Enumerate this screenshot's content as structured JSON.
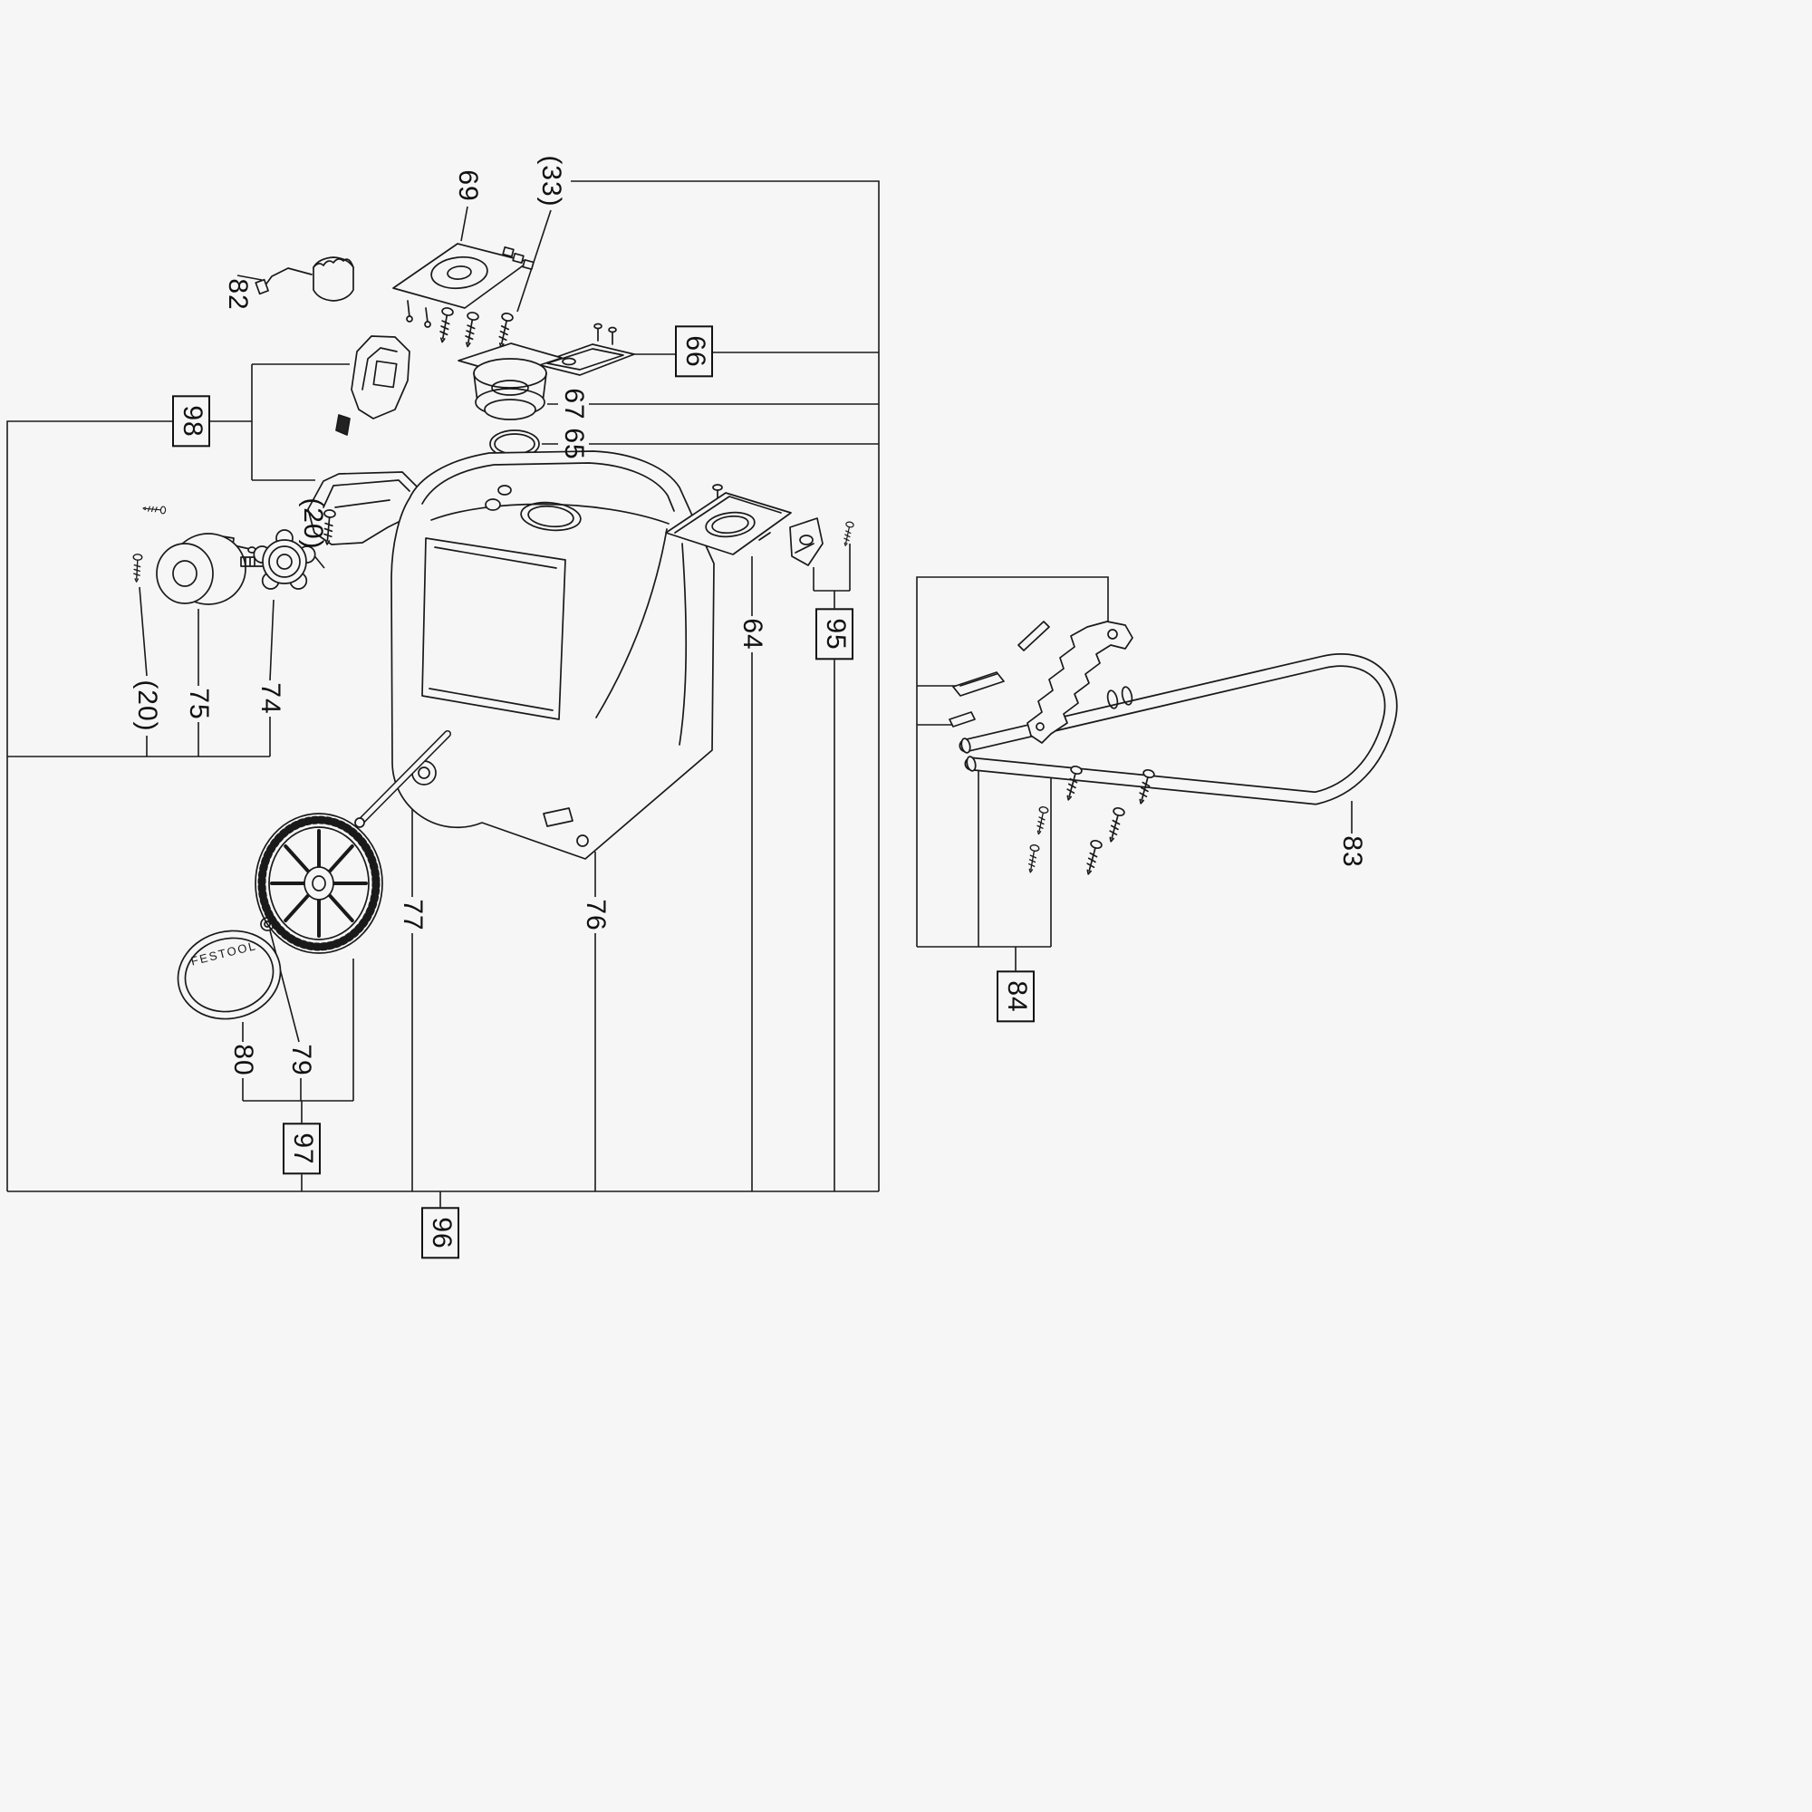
{
  "diagram": {
    "brand_text": "FESTOOL",
    "colors": {
      "background": "#f6f6f6",
      "line": "#1a1a1a"
    },
    "labels": [
      {
        "text": "69",
        "boxed": false
      },
      {
        "text": "(33)",
        "boxed": false
      },
      {
        "text": "82",
        "boxed": false
      },
      {
        "text": "66",
        "boxed": true
      },
      {
        "text": "67",
        "boxed": false
      },
      {
        "text": "65",
        "boxed": false
      },
      {
        "text": "98",
        "boxed": true
      },
      {
        "text": "(20)",
        "boxed": false
      },
      {
        "text": "64",
        "boxed": false
      },
      {
        "text": "95",
        "boxed": true
      },
      {
        "text": "(20)",
        "boxed": false
      },
      {
        "text": "75",
        "boxed": false
      },
      {
        "text": "74",
        "boxed": false
      },
      {
        "text": "83",
        "boxed": false
      },
      {
        "text": "77",
        "boxed": false
      },
      {
        "text": "76",
        "boxed": false
      },
      {
        "text": "80",
        "boxed": false
      },
      {
        "text": "79",
        "boxed": false
      },
      {
        "text": "97",
        "boxed": true
      },
      {
        "text": "96",
        "boxed": true
      },
      {
        "text": "84",
        "boxed": true
      }
    ]
  }
}
